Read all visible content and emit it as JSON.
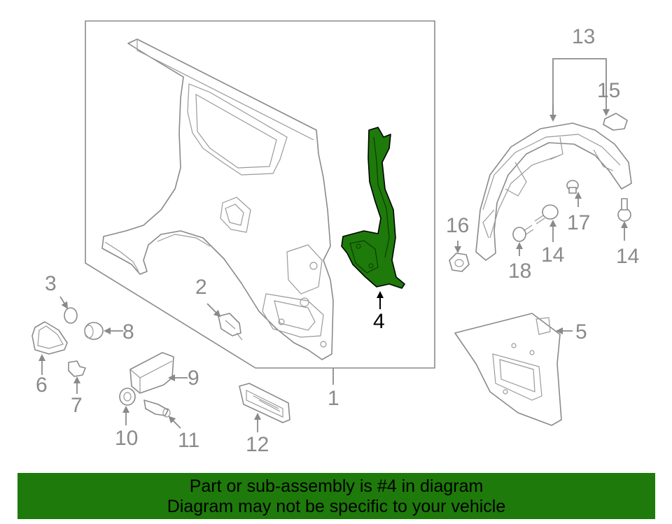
{
  "callouts": {
    "c1": "1",
    "c2": "2",
    "c3": "3",
    "c4": "4",
    "c5": "5",
    "c6": "6",
    "c7": "7",
    "c8": "8",
    "c9": "9",
    "c10": "10",
    "c11": "11",
    "c12": "12",
    "c13": "13",
    "c14a": "14",
    "c14b": "14",
    "c15": "15",
    "c16": "16",
    "c17": "17",
    "c18": "18"
  },
  "highlight_color": "#1e7a0a",
  "banner": {
    "line1": "Part or sub-assembly is #4 in diagram",
    "line2": "Diagram may not be specific to your vehicle"
  }
}
